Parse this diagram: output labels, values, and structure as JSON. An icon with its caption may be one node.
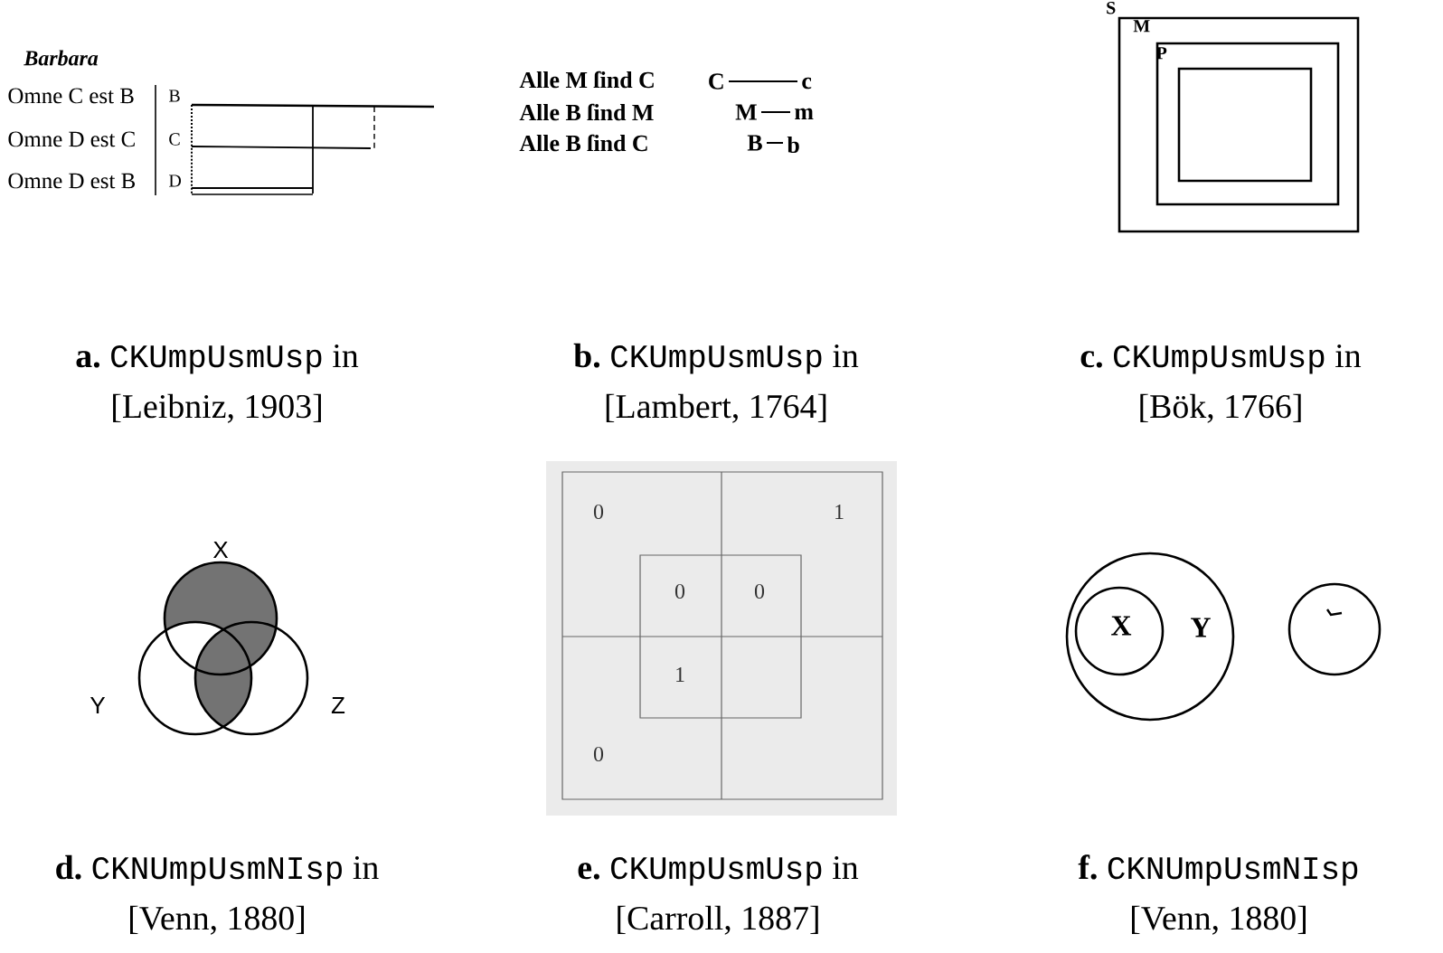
{
  "diagram": {
    "nodes": [
      {
        "text": [
          "S"
        ]
      },
      {
        "text": [
          "M"
        ],
        "in": 0
      },
      {
        "text": [
          "P"
        ],
        "in": 1
      },
      {
        "text": [
          "X"
        ]
      },
      {
        "text": [
          "Y"
        ]
      },
      {
        "text": [
          "Z"
        ]
      },
      {
        "text": [
          "Y"
        ]
      },
      {
        "text": [
          "X"
        ],
        "in": 6
      },
      {
        "text": [],
        "shape": "circle"
      }
    ],
    "labels": [
      "Barbara",
      "Omne C est B",
      "B",
      "Omne D est C",
      "C",
      "Omne D est B",
      "D",
      "Alle M ſind C",
      "C",
      "c",
      "Alle B ſind M",
      "M",
      "m",
      "Alle B ſind C",
      "B",
      "b",
      "a.",
      "CKUmpUsmUsp",
      "in",
      "[Leibniz, 1903]",
      "b.",
      "CKUmpUsmUsp",
      "in",
      "[Lambert, 1764]",
      "c.",
      "CKUmpUsmUsp",
      "in",
      "[Bök, 1766]",
      "0",
      "1",
      "0",
      "0",
      "1",
      "0",
      "d.",
      "CKNUmpUsmNIsp",
      "in",
      "[Venn, 1880]",
      "e.",
      "CKUmpUsmUsp",
      "in",
      "[Carroll, 1887]",
      "f.",
      "CKNUmpUsmNIsp",
      "[Venn, 1880]"
    ]
  }
}
